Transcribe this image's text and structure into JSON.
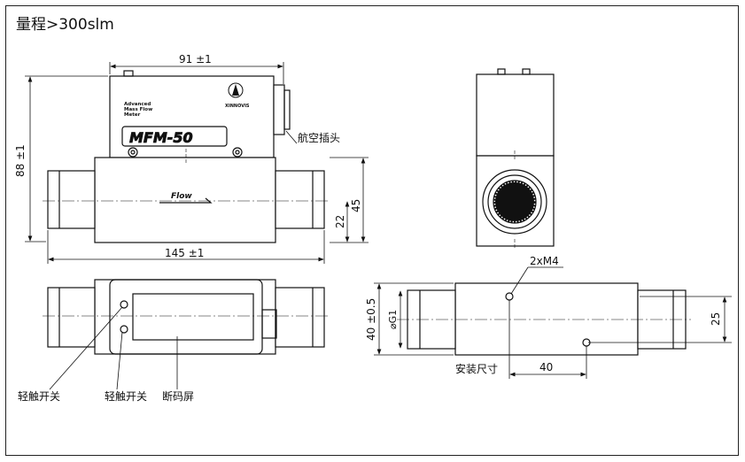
{
  "title": "量程>300slm",
  "dimensions": {
    "width_top": "91 ±1",
    "height_total": "88 ±1",
    "body_height": "45",
    "center_height": "22",
    "length_total": "145 ±1",
    "thread_height": "40 ±0.5",
    "thread_size": "⌀G1",
    "hole_spec": "2xM4",
    "hole_spacing": "40",
    "hole_offset": "25"
  },
  "device": {
    "label_line1": "Advanced",
    "label_line2": "Mass Flow",
    "label_line3": "Meter",
    "model": "MFM-50",
    "brand": "XINNOVIS",
    "flow_label": "Flow"
  },
  "labels": {
    "connector": "航空插头",
    "switch1": "轻触开关",
    "switch2": "轻触开关",
    "screen": "断码屏",
    "mount_size": "安装尺寸"
  }
}
